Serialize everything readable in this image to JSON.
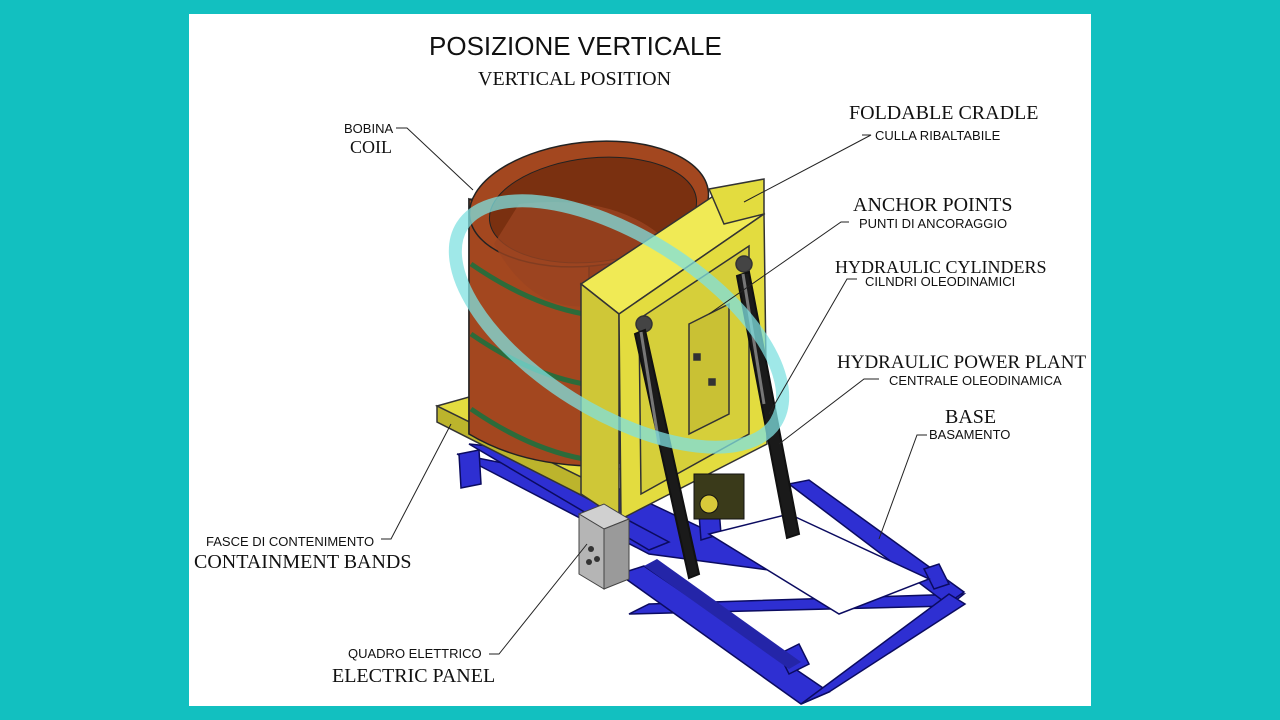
{
  "title": {
    "it": "POSIZIONE VERTICALE",
    "en": "VERTICAL POSITION"
  },
  "labels": {
    "coil": {
      "it": "BOBINA",
      "en": "COIL"
    },
    "cradle": {
      "en": "FOLDABLE CRADLE",
      "it": "CULLA RIBALTABILE"
    },
    "anchor": {
      "en": "ANCHOR POINTS",
      "it": "PUNTI DI ANCORAGGIO"
    },
    "cylinders": {
      "en": "HYDRAULIC CYLINDERS",
      "it": "CILNDRI OLEODINAMICI"
    },
    "power": {
      "en": "HYDRAULIC POWER PLANT",
      "it": "CENTRALE OLEODINAMICA"
    },
    "base": {
      "en": "BASE",
      "it": "BASAMENTO"
    },
    "bands": {
      "it": "FASCE DI CONTENIMENTO",
      "en": "CONTAINMENT BANDS"
    },
    "panel": {
      "it": "QUADRO ELETTRICO",
      "en": "ELECTRIC PANEL"
    }
  },
  "colors": {
    "background": "#12c0c0",
    "coil": "#a3471f",
    "cradle": "#e3dc3f",
    "base": "#2e2fd2",
    "highlight": "#7fe0e0",
    "band": "#2c6b3a"
  }
}
